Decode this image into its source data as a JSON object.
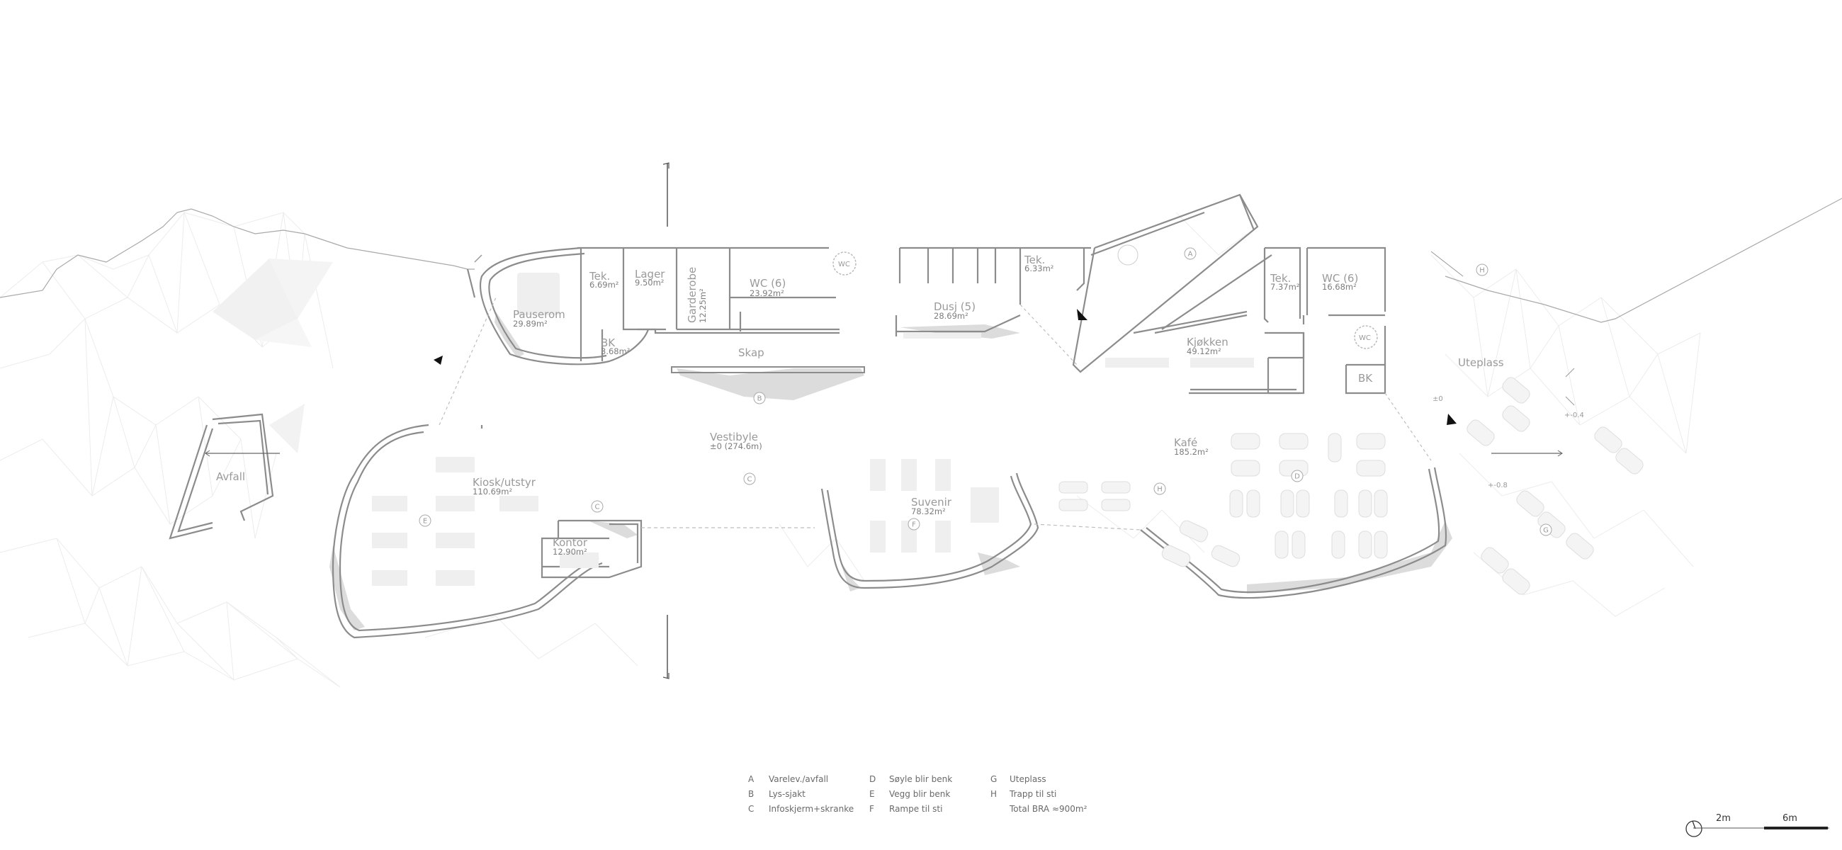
{
  "rooms": [
    {
      "id": "pauserom",
      "name": "Pauserom",
      "area": "29.89m²"
    },
    {
      "id": "tek1",
      "name": "Tek.",
      "area": "6.69m²"
    },
    {
      "id": "lager",
      "name": "Lager",
      "area": "9.50m²"
    },
    {
      "id": "garderobe",
      "name": "Garderobe",
      "area": "12.25m²"
    },
    {
      "id": "wc1",
      "name": "WC (6)",
      "area": "23.92m²"
    },
    {
      "id": "bk1",
      "name": "BK",
      "area": "3.68m²"
    },
    {
      "id": "wc-small1",
      "name": "WC",
      "area": ""
    },
    {
      "id": "dusj",
      "name": "Dusj (5)",
      "area": "28.69m²"
    },
    {
      "id": "tek2",
      "name": "Tek.",
      "area": "6.33m²"
    },
    {
      "id": "tek3",
      "name": "Tek.",
      "area": "7.37m²"
    },
    {
      "id": "wc2",
      "name": "WC (6)",
      "area": "16.68m²"
    },
    {
      "id": "kjokken",
      "name": "Kjøkken",
      "area": "49.12m²"
    },
    {
      "id": "wc-small2",
      "name": "WC",
      "area": ""
    },
    {
      "id": "bk2",
      "name": "BK",
      "area": ""
    },
    {
      "id": "skap",
      "name": "Skap",
      "area": ""
    },
    {
      "id": "uteplass",
      "name": "Uteplass",
      "area": ""
    },
    {
      "id": "vestibyle",
      "name": "Vestibyle",
      "area": "±0 (274.6m)"
    },
    {
      "id": "kiosk",
      "name": "Kiosk/utstyr",
      "area": "110.69m²"
    },
    {
      "id": "kontor",
      "name": "Kontor",
      "area": "12.90m²"
    },
    {
      "id": "suvenir",
      "name": "Suvenir",
      "area": "78.32m²"
    },
    {
      "id": "kafe",
      "name": "Kafé",
      "area": "185.2m²"
    },
    {
      "id": "avfall",
      "name": "Avfall",
      "area": ""
    }
  ],
  "level_labels": [
    {
      "id": "lvl1",
      "text": "±0"
    },
    {
      "id": "lvl2",
      "text": "+-0.4"
    },
    {
      "id": "lvl3",
      "text": "+-0.8"
    }
  ],
  "markers": [
    {
      "id": "m-a",
      "letter": "A"
    },
    {
      "id": "m-b",
      "letter": "B"
    },
    {
      "id": "m-c1",
      "letter": "C"
    },
    {
      "id": "m-c2",
      "letter": "C"
    },
    {
      "id": "m-d",
      "letter": "D"
    },
    {
      "id": "m-e1",
      "letter": "E"
    },
    {
      "id": "m-f",
      "letter": "F"
    },
    {
      "id": "m-g1",
      "letter": "G"
    },
    {
      "id": "m-g2",
      "letter": "G"
    },
    {
      "id": "m-h1",
      "letter": "H"
    },
    {
      "id": "m-h2",
      "letter": "H"
    }
  ],
  "legend": {
    "columns": [
      [
        {
          "key": "A",
          "label": "Varelev./avfall"
        },
        {
          "key": "B",
          "label": "Lys-sjakt"
        },
        {
          "key": "C",
          "label": "Infoskjerm+skranke"
        }
      ],
      [
        {
          "key": "D",
          "label": "Søyle blir benk"
        },
        {
          "key": "E",
          "label": "Vegg blir benk"
        },
        {
          "key": "F",
          "label": "Rampe til sti"
        }
      ],
      [
        {
          "key": "G",
          "label": "Uteplass"
        },
        {
          "key": "H",
          "label": "Trapp til sti"
        },
        {
          "key": "",
          "label": "Total BRA ≈900m²"
        }
      ]
    ]
  },
  "scale_bar": {
    "label_left": "2m",
    "label_right": "6m"
  },
  "colors": {
    "wall": "#8c8c8c",
    "hatch": "#d9d9d9",
    "text": "#9a9a9a",
    "terrain": "#ececec"
  }
}
